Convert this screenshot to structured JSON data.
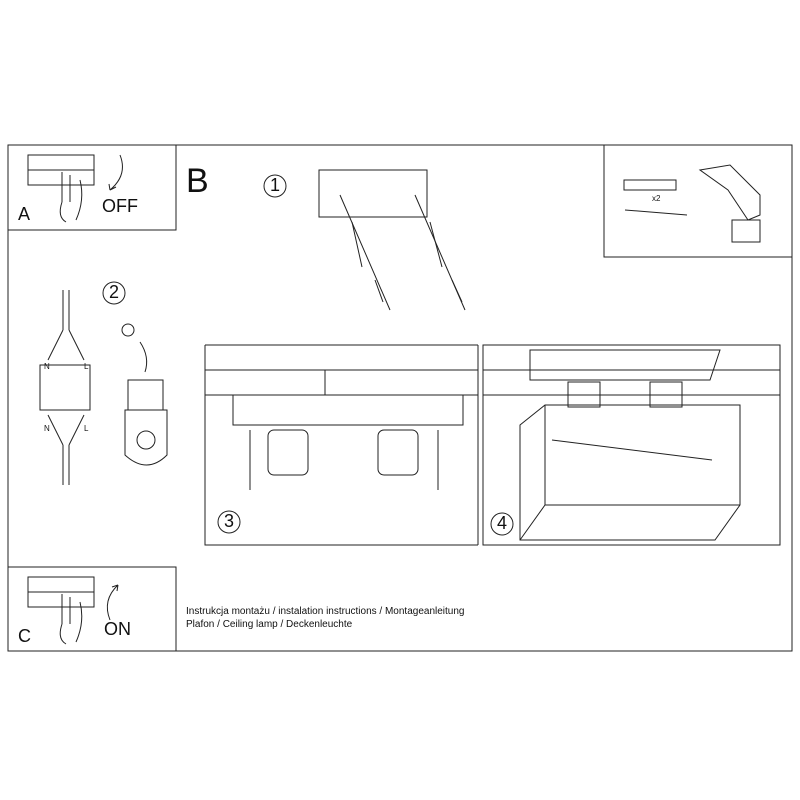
{
  "steps": {
    "a_label": "A",
    "a_text": "OFF",
    "b_label": "B",
    "c_label": "C",
    "c_text": "ON",
    "n1": "1",
    "n2": "2",
    "n3": "3",
    "n4": "4"
  },
  "wiring": {
    "n_top": "N",
    "l_top": "L",
    "n_bottom": "N",
    "l_bottom": "L"
  },
  "tools": {
    "quantity": "x2"
  },
  "caption": {
    "line1": "Instrukcja montażu / instalation instructions / Montageanleitung",
    "line2": "Plafon / Ceiling lamp / Deckenleuchte"
  }
}
